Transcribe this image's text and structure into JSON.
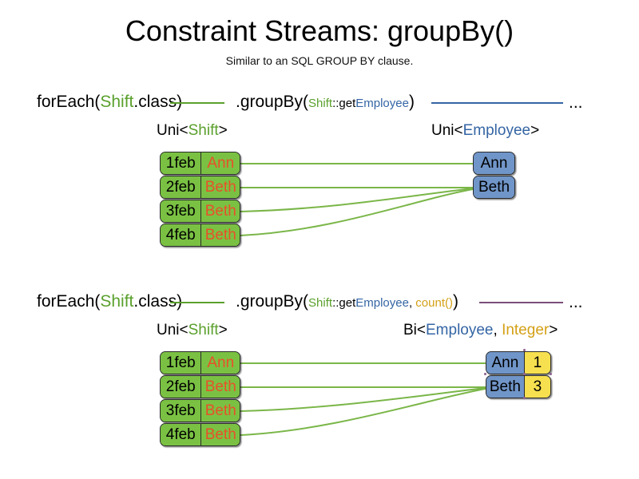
{
  "slide": {
    "title": "Constraint Streams: groupBy()",
    "subtitle": "Similar to an SQL GROUP BY clause."
  },
  "sections": [
    {
      "id": "groupby-key-only",
      "code": {
        "for_each_prefix": "forEach(",
        "for_each_type": "Shift",
        "for_each_suffix": ".class)",
        "group_by_prefix": ".groupBy(",
        "arg_type": "Shift",
        "arg_separator": "::get",
        "arg_property": "Employee",
        "group_by_suffix": ")",
        "ellipsis": "...",
        "line1_color": "#5aa02c",
        "line2_color": "#3465a4"
      },
      "left_header": {
        "generic_prefix": "Uni<",
        "generic_type": "Shift",
        "generic_suffix": ">"
      },
      "right_header": {
        "generic_prefix": "Uni<",
        "generic_type": "Employee",
        "generic_suffix": ">"
      },
      "left_rows": [
        {
          "date": "1feb",
          "name": "Ann"
        },
        {
          "date": "2feb",
          "name": "Beth"
        },
        {
          "date": "3feb",
          "name": "Beth"
        },
        {
          "date": "4feb",
          "name": "Beth"
        }
      ],
      "right_rows": [
        {
          "employee": "Ann"
        },
        {
          "employee": "Beth"
        }
      ]
    },
    {
      "id": "groupby-key-and-count",
      "code": {
        "for_each_prefix": "forEach(",
        "for_each_type": "Shift",
        "for_each_suffix": ".class)",
        "group_by_prefix": ".groupBy(",
        "arg_type": "Shift",
        "arg_separator": "::get",
        "arg_property": "Employee",
        "arg_comma": ", ",
        "arg_collector": "count()",
        "group_by_suffix": ")",
        "ellipsis": "...",
        "line1_color": "#5aa02c",
        "line2_color": "#7b4f7b"
      },
      "left_header": {
        "generic_prefix": "Uni<",
        "generic_type": "Shift",
        "generic_suffix": ">"
      },
      "right_header": {
        "generic_prefix": "Bi<",
        "generic_type": "Employee",
        "generic_comma": ", ",
        "generic_type2": "Integer",
        "generic_suffix": ">"
      },
      "left_rows": [
        {
          "date": "1feb",
          "name": "Ann"
        },
        {
          "date": "2feb",
          "name": "Beth"
        },
        {
          "date": "3feb",
          "name": "Beth"
        },
        {
          "date": "4feb",
          "name": "Beth"
        }
      ],
      "right_rows": [
        {
          "employee": "Ann",
          "count": "1"
        },
        {
          "employee": "Beth",
          "count": "3"
        }
      ]
    }
  ],
  "colors": {
    "shift_green": "#7ac143",
    "shift_name_orange": "#e8502a",
    "employee_blue": "#7095c8",
    "integer_yellow": "#f6e04f",
    "type_green": "#5aa02c",
    "type_blue": "#3465a4",
    "collector_gold": "#d4a017",
    "link_green": "#7ab648",
    "link_purple": "#7b4f7b"
  }
}
